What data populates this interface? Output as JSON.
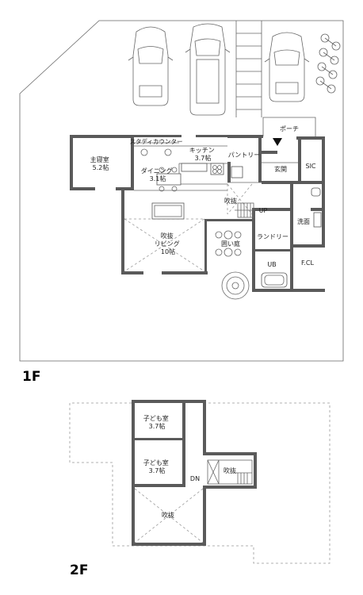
{
  "floors": {
    "first": {
      "label": "1F",
      "rooms": {
        "master_bedroom": [
          "主寝室",
          "5.2帖"
        ],
        "study_counter": "スタディカウンター",
        "kitchen": [
          "キッチン",
          "3.7帖"
        ],
        "pantry": "パントリー",
        "porch": "ポーチ",
        "entrance": "玄関",
        "sic": "SIC",
        "dining": [
          "ダイニング",
          "3.1帖"
        ],
        "void": "吹抜",
        "up": "UP",
        "washroom": "洗面",
        "living": [
          "吹抜",
          "リビング",
          "10帖"
        ],
        "courtyard": "囲い庭",
        "laundry": "ランドリー",
        "ub": "UB",
        "fcl": "F.CL"
      }
    },
    "second": {
      "label": "2F",
      "rooms": {
        "kids_room_1": [
          "子ども室",
          "3.7帖"
        ],
        "kids_room_2": [
          "子ども室",
          "3.7帖"
        ],
        "dn": "DN",
        "void_stair": "吹抜",
        "void_main": "吹抜"
      }
    }
  }
}
